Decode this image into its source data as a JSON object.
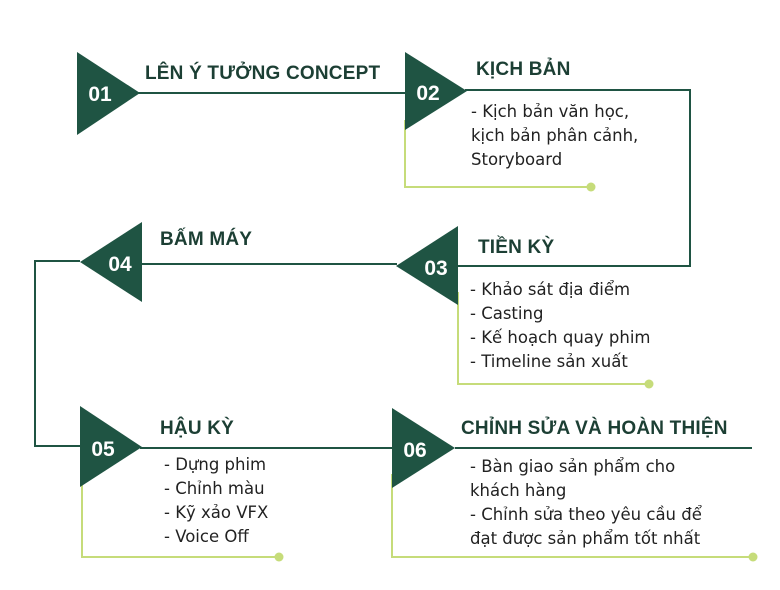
{
  "colors": {
    "triangle": "#1f5443",
    "line_dark": "#1f5443",
    "line_accent": "#c6dc7a",
    "dot": "#c6dc7a",
    "number_text": "#ffffff",
    "title_text": "#1c3f34"
  },
  "steps": [
    {
      "number": "01",
      "title": "LÊN Ý TƯỞNG CONCEPT",
      "items": []
    },
    {
      "number": "02",
      "title": "KỊCH BẢN",
      "items": [
        "-  Kịch bản văn học,",
        "kịch bản phân cảnh,",
        "Storyboard"
      ]
    },
    {
      "number": "03",
      "title": "TIỀN KỲ",
      "items": [
        "- Khảo sát địa điểm",
        "- Casting",
        "- Kế hoạch quay phim",
        "- Timeline sản xuất"
      ]
    },
    {
      "number": "04",
      "title": "BẤM MÁY",
      "items": []
    },
    {
      "number": "05",
      "title": "HẬU KỲ",
      "items": [
        "- Dựng phim",
        "- Chỉnh màu",
        "- Kỹ xảo VFX",
        "- Voice Off"
      ]
    },
    {
      "number": "06",
      "title": "CHỈNH SỬA VÀ HOÀN THIỆN",
      "items": [
        "- Bàn giao sản phẩm cho",
        "khách hàng",
        "- Chỉnh sửa theo yêu cầu để",
        "đạt được sản phẩm tốt nhất"
      ]
    }
  ]
}
